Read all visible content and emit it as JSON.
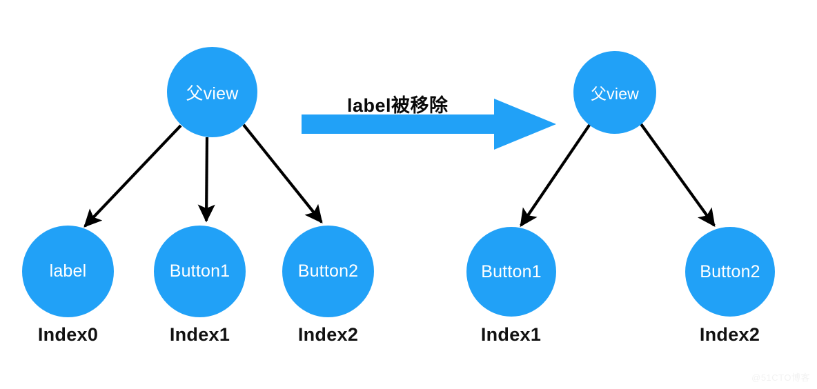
{
  "diagram": {
    "title_label": "label被移除",
    "accent_color": "#21a1f7",
    "arrow_color": "#000000",
    "background": "#ffffff",
    "before": {
      "parent": {
        "label": "父view"
      },
      "children": [
        {
          "label": "label",
          "index_label": "Index0"
        },
        {
          "label": "Button1",
          "index_label": "Index1"
        },
        {
          "label": "Button2",
          "index_label": "Index2"
        }
      ]
    },
    "after": {
      "parent": {
        "label": "父view"
      },
      "children": [
        {
          "label": "Button1",
          "index_label": "Index1"
        },
        {
          "label": "Button2",
          "index_label": "Index2"
        }
      ]
    }
  },
  "watermark": {
    "text": "@51CTO博客"
  }
}
